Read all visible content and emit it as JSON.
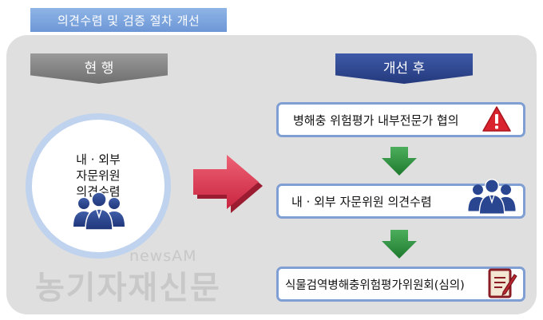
{
  "title": "의견수렴 및 검증 절차 개선",
  "current": {
    "header": "현  행",
    "lines": [
      "내 · 외부",
      "자문위원",
      "의견수렴"
    ]
  },
  "improved": {
    "header": "개선 후",
    "steps": [
      {
        "label": "병해충 위험평가 내부전문가 협의",
        "icon": "warning-icon"
      },
      {
        "label": "내 · 외부 자문위원 의견수렴",
        "icon": "people-icon"
      },
      {
        "label": "식물검역병해충위험평가위원회(심의)",
        "icon": "notepad-pen-icon"
      }
    ]
  },
  "watermark": {
    "line1": "newsAM",
    "line2": "농기자재신문"
  },
  "colors": {
    "title_tab": "#7aa3dd",
    "panel": "#dfdfdf",
    "current_header": "#858585",
    "improved_header": "#2f4a93",
    "arrow_red": "#e03d55",
    "arrow_green": "#2e8b3e",
    "box_border": "#7f9fd4",
    "circle_border": "#bfd2ee",
    "warning": "#d9232e"
  }
}
